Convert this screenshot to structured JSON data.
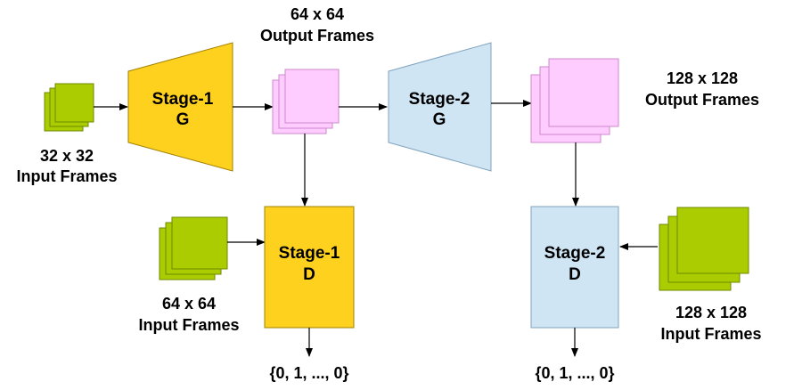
{
  "diagram": {
    "input_small": {
      "size": "32 x 32",
      "caption": "Input Frames"
    },
    "stage1_output": {
      "size": "64 x 64",
      "caption": "Output Frames"
    },
    "stage2_output": {
      "size": "128 x 128",
      "caption": "Output Frames"
    },
    "stage1_d_input": {
      "size": "64 x 64",
      "caption": "Input Frames"
    },
    "stage2_d_input": {
      "size": "128 x 128",
      "caption": "Input Frames"
    },
    "stage1_g": {
      "line1": "Stage-1",
      "line2": "G"
    },
    "stage2_g": {
      "line1": "Stage-2",
      "line2": "G"
    },
    "stage1_d": {
      "line1": "Stage-1",
      "line2": "D"
    },
    "stage2_d": {
      "line1": "Stage-2",
      "line2": "D"
    },
    "stage1_d_output": "{0, 1, ..., 0}",
    "stage2_d_output": "{0, 1, ..., 0}",
    "colors": {
      "stage1": "#ffd11f",
      "stage2": "#cfe5f4",
      "frames_green": "#aacc00",
      "frames_pink": "#ffccff"
    }
  }
}
